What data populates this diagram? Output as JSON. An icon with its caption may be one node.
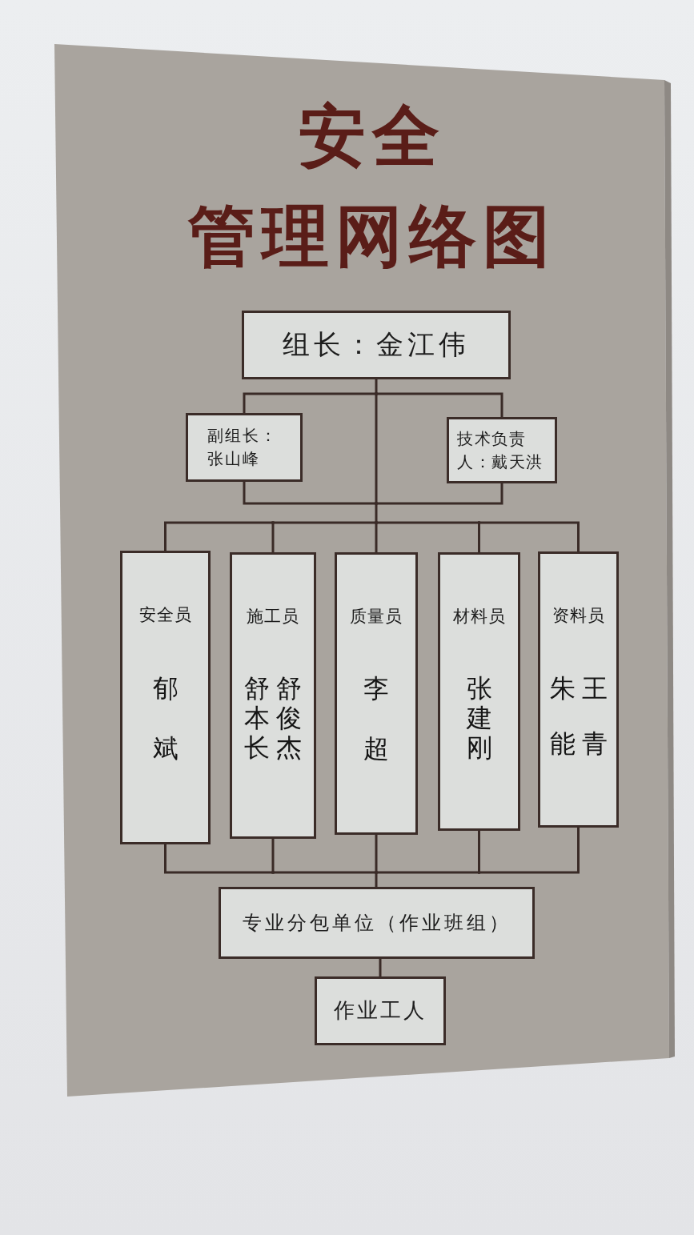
{
  "diagram": {
    "title": "安全管理网络图",
    "nodes": [
      {
        "text": [
          "组长：金江伟"
        ]
      },
      {
        "text": [
          "副组长：张山峰"
        ]
      },
      {
        "text": [
          "技术负责人：戴天洪"
        ]
      },
      {
        "text": [
          "安全员",
          "郁斌"
        ]
      },
      {
        "text": [
          "施工员",
          "舒本长",
          "舒俊杰"
        ]
      },
      {
        "text": [
          "质量员",
          "李超"
        ]
      },
      {
        "text": [
          "材料员",
          "张建刚"
        ]
      },
      {
        "text": [
          "资料员",
          "朱能",
          "王青"
        ]
      },
      {
        "text": [
          "专业分包单位（作业班组）"
        ]
      },
      {
        "text": [
          "作业工人"
        ]
      }
    ],
    "edges": [
      {
        "from": 0,
        "to": 1,
        "arrow": "none"
      },
      {
        "from": 0,
        "to": 2,
        "arrow": "none"
      },
      {
        "from": 0,
        "to": 3,
        "arrow": "none"
      },
      {
        "from": 0,
        "to": 4,
        "arrow": "none"
      },
      {
        "from": 0,
        "to": 5,
        "arrow": "none"
      },
      {
        "from": 0,
        "to": 6,
        "arrow": "none"
      },
      {
        "from": 0,
        "to": 7,
        "arrow": "none"
      },
      {
        "from": 1,
        "to": 3,
        "arrow": "none"
      },
      {
        "from": 1,
        "to": 4,
        "arrow": "none"
      },
      {
        "from": 1,
        "to": 5,
        "arrow": "none"
      },
      {
        "from": 1,
        "to": 6,
        "arrow": "none"
      },
      {
        "from": 1,
        "to": 7,
        "arrow": "none"
      },
      {
        "from": 2,
        "to": 3,
        "arrow": "none"
      },
      {
        "from": 2,
        "to": 4,
        "arrow": "none"
      },
      {
        "from": 2,
        "to": 5,
        "arrow": "none"
      },
      {
        "from": 2,
        "to": 6,
        "arrow": "none"
      },
      {
        "from": 2,
        "to": 7,
        "arrow": "none"
      },
      {
        "from": 3,
        "to": 8,
        "arrow": "none"
      },
      {
        "from": 4,
        "to": 8,
        "arrow": "none"
      },
      {
        "from": 5,
        "to": 8,
        "arrow": "none"
      },
      {
        "from": 6,
        "to": 8,
        "arrow": "none"
      },
      {
        "from": 7,
        "to": 8,
        "arrow": "none"
      },
      {
        "from": 8,
        "to": 9,
        "arrow": "none"
      }
    ]
  }
}
